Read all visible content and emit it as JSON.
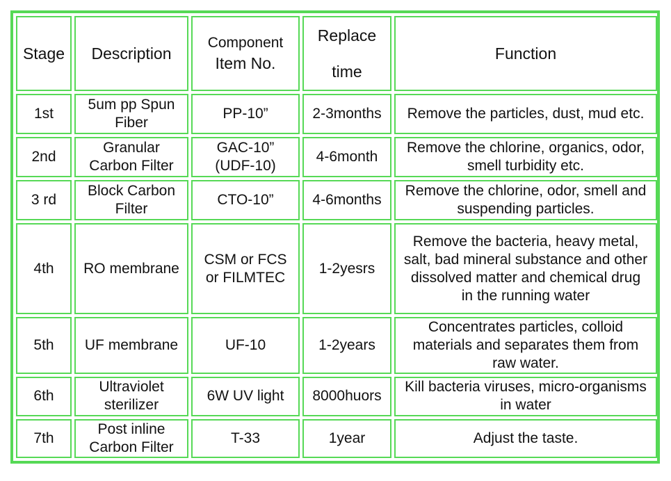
{
  "table": {
    "headers": {
      "stage": "Stage",
      "description": "Description",
      "component_line1": "Component",
      "component_line2": "Item No.",
      "replace_line1": "Replace",
      "replace_line2": "time",
      "function": "Function"
    },
    "rows": [
      {
        "stage": "1st",
        "description": "5um pp Spun\nFiber",
        "component": "PP-10”",
        "replace": "2-3months",
        "function": "Remove the particles, dust, mud etc."
      },
      {
        "stage": "2nd",
        "description": "Granular\nCarbon Filter",
        "component": "GAC-10”\n(UDF-10)",
        "replace": "4-6month",
        "function": "Remove the chlorine, organics, odor,\nsmell turbidity etc."
      },
      {
        "stage": "3 rd",
        "description": "Block Carbon\nFilter",
        "component": "CTO-10”",
        "replace": "4-6months",
        "function": "Remove the chlorine, odor, smell and\nsuspending particles."
      },
      {
        "stage": "4th",
        "description": "RO membrane",
        "component": "CSM or FCS\nor FILMTEC",
        "replace": "1-2yesrs",
        "function": "Remove the bacteria, heavy metal,\nsalt, bad mineral substance and other\ndissolved matter and chemical drug\nin the running water"
      },
      {
        "stage": "5th",
        "description": "UF membrane",
        "component": "UF-10",
        "replace": "1-2years",
        "function": "Concentrates particles, colloid\nmaterials and separates them from\nraw water."
      },
      {
        "stage": "6th",
        "description": "Ultraviolet\nsterilizer",
        "component": "6W UV light",
        "replace": "8000huors",
        "function": "Kill bacteria viruses, micro-organisms\nin water"
      },
      {
        "stage": "7th",
        "description": "Post inline\nCarbon Filter",
        "component": "T-33",
        "replace": "1year",
        "function": "Adjust the taste."
      }
    ]
  },
  "colors": {
    "border": "#56d956",
    "text": "#111111",
    "background": "#ffffff"
  }
}
